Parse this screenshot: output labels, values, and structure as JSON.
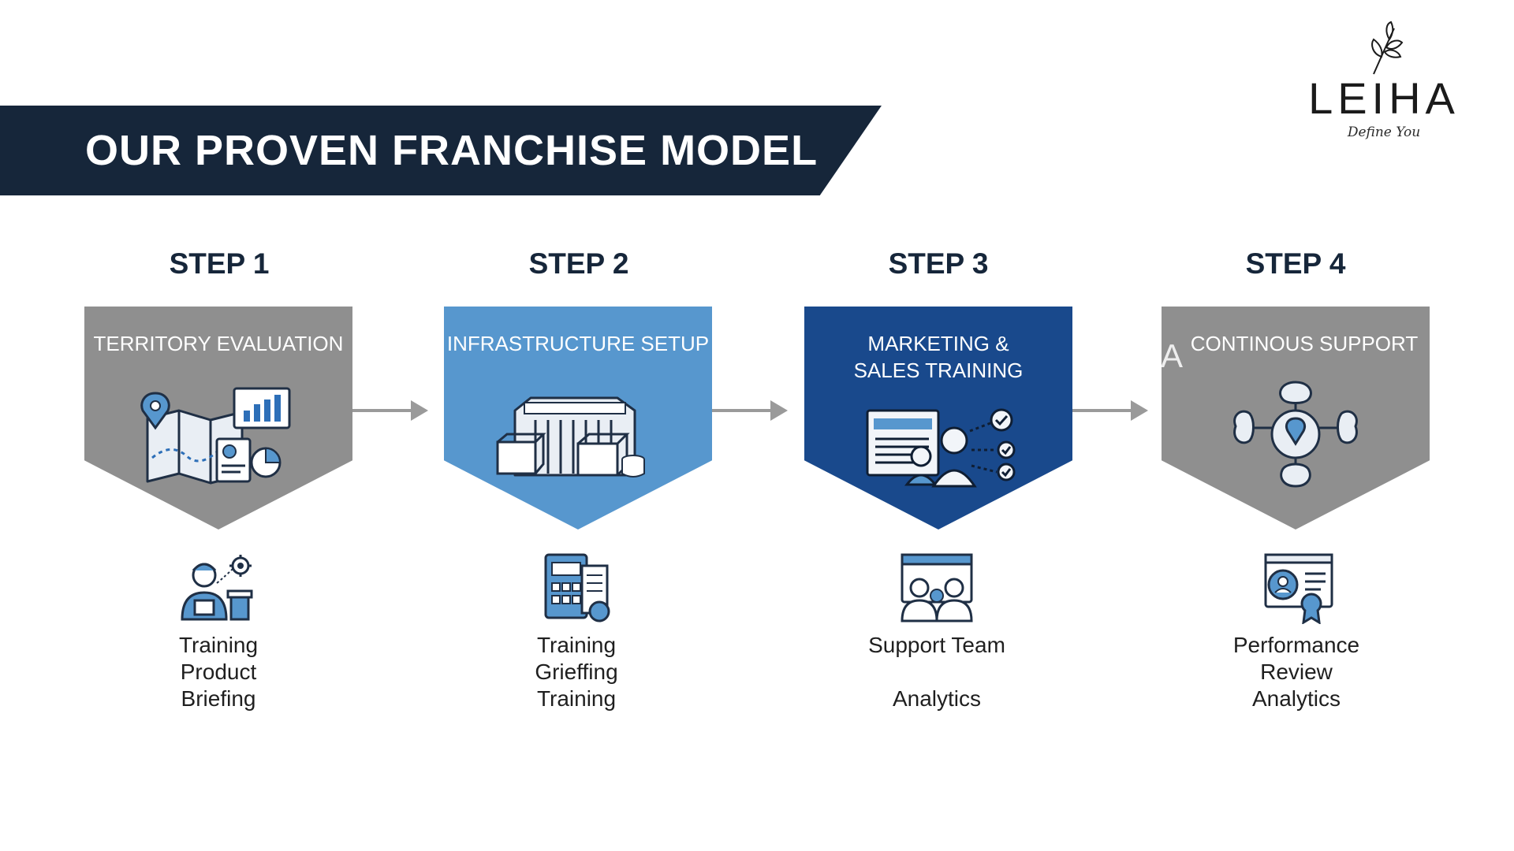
{
  "header": {
    "title": "OUR PROVEN FRANCHISE MODEL"
  },
  "logo": {
    "name": "LEIHA",
    "tagline": "Define You"
  },
  "colors": {
    "banner": "#16263a",
    "gray": "#8f8f8f",
    "light_blue": "#5797ce",
    "dark_blue": "#19498c"
  },
  "steps": [
    {
      "label": "STEP 1",
      "title": "TERRITORY EVALUATION",
      "card_icon": "map-analytics-icon",
      "sub_icon": "trainer-gear-icon",
      "items": [
        "Training",
        "Product",
        "Briefing"
      ]
    },
    {
      "label": "STEP 2",
      "title": "INFRASTRUCTURE SETUP",
      "card_icon": "warehouse-crates-icon",
      "sub_icon": "planning-calculator-icon",
      "items": [
        "Training",
        "Grieffing",
        "Training"
      ]
    },
    {
      "label": "STEP 3",
      "title": "MARKETING & SALES TRAINING",
      "card_icon": "presentation-team-icon",
      "sub_icon": "support-team-icon",
      "items": [
        "Support Team",
        "",
        "Analytics"
      ]
    },
    {
      "label": "STEP 4",
      "title": "CONTINOUS SUPPORT",
      "stray_glyph": "A",
      "card_icon": "support-cycle-icon",
      "sub_icon": "performance-review-icon",
      "items": [
        "Performance",
        "Review",
        "Analytics"
      ]
    }
  ]
}
